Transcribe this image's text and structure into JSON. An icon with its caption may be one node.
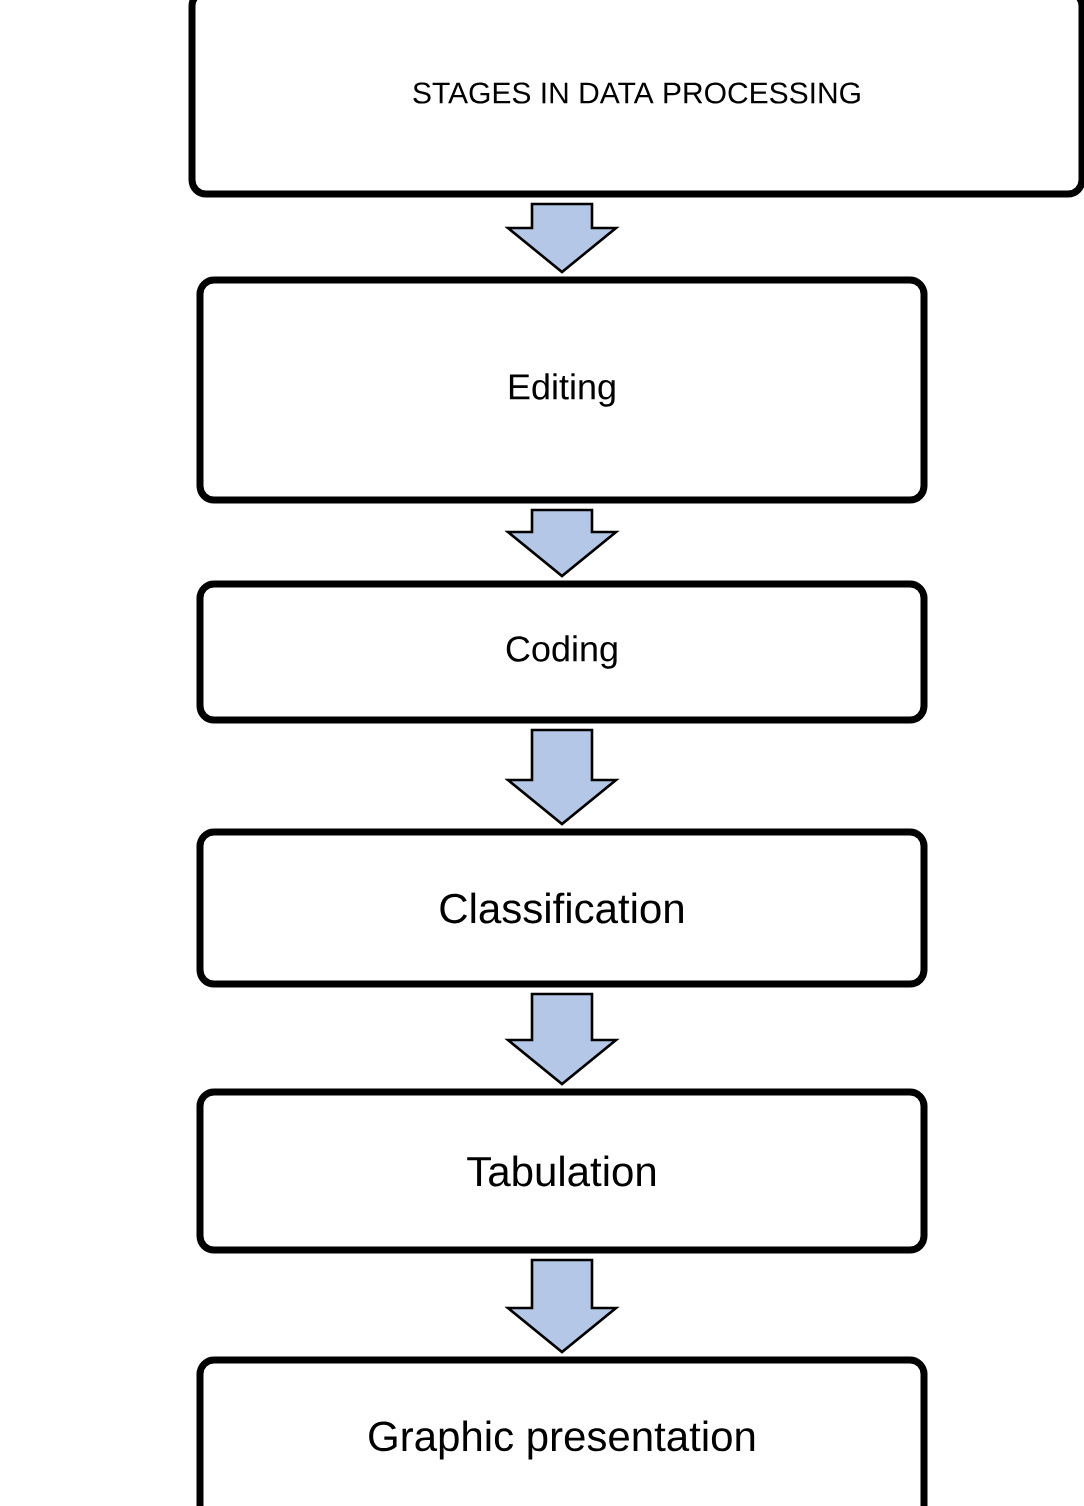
{
  "diagram": {
    "nodes": [
      {
        "text": [
          "STAGES IN DATA PROCESSING"
        ]
      },
      {
        "text": [
          "Editing"
        ]
      },
      {
        "text": [
          "Coding"
        ]
      },
      {
        "text": [
          "Classification"
        ]
      },
      {
        "text": [
          "Tabulation"
        ]
      },
      {
        "text": [
          "Graphic presentation"
        ]
      }
    ],
    "edges": [
      {
        "from": 0,
        "to": 1,
        "arrow": "to"
      },
      {
        "from": 1,
        "to": 2,
        "arrow": "to"
      },
      {
        "from": 2,
        "to": 3,
        "arrow": "to"
      },
      {
        "from": 3,
        "to": 4,
        "arrow": "to"
      },
      {
        "from": 4,
        "to": 5,
        "arrow": "to"
      }
    ]
  }
}
